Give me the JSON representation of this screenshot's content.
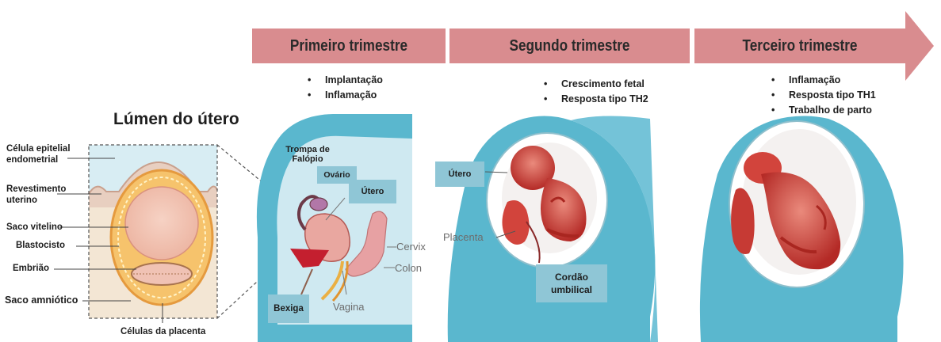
{
  "timeline": {
    "trimesters": [
      {
        "title": "Primeiro trimestre",
        "bullets": [
          "Implantação",
          "Inflamação"
        ]
      },
      {
        "title": "Segundo trimestre",
        "bullets": [
          "Crescimento fetal",
          "Resposta tipo TH2"
        ]
      },
      {
        "title": "Terceiro trimestre",
        "bullets": [
          "Inflamação",
          "Resposta tipo TH1",
          "Trabalho de parto"
        ]
      }
    ],
    "arrow_color": "#d98c8f"
  },
  "blastocyst_panel": {
    "title": "Lúmen do útero",
    "labels": {
      "epithelial": "Célula epitelial endometrial",
      "lining": "Revestimento uterino",
      "yolk_sac": "Saco vitelino",
      "blastocyst": "Blastocisto",
      "embryo": "Embrião",
      "amniotic_sac": "Saco amniótico",
      "placenta_cells": "Células da placenta"
    }
  },
  "first_trimester_panel": {
    "labels": {
      "fallopian": "Trompa de Falópio",
      "ovary": "Ovário",
      "uterus": "Útero",
      "bladder": "Bexiga",
      "cervix": "Cervix",
      "colon": "Colon",
      "vagina": "Vagina"
    }
  },
  "second_trimester_panel": {
    "labels": {
      "uterus": "Útero",
      "placenta": "Placenta",
      "umbilical_cord": "Cordão umbilical"
    }
  },
  "colors": {
    "body_blue": "#5ab7ce",
    "label_box": "#8fc6d6",
    "fetus_red": "#c63a34",
    "blastocyst_orange": "#f0b45a"
  }
}
